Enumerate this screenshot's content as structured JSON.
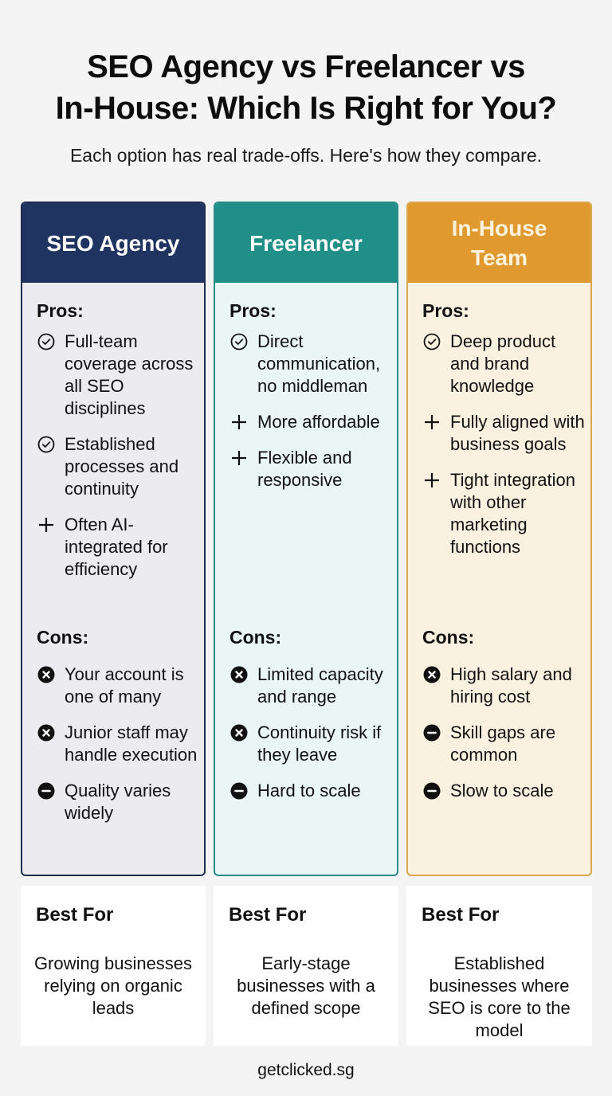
{
  "header": {
    "title_line1": "SEO Agency vs Freelancer vs",
    "title_line2": "In-House: Which Is Right for You?",
    "subtitle": "Each option has real trade-offs. Here's how they compare."
  },
  "colors": {
    "agency_header": "#1f3461",
    "agency_body": "#ececf0",
    "agency_border": "#1f2c4c",
    "freelancer_header": "#1f8f88",
    "freelancer_body": "#eaf5f6",
    "freelancer_border": "#2a8c86",
    "inhouse_header": "#e0992f",
    "inhouse_body": "#fbf1e0",
    "inhouse_border": "#d9a84f",
    "page_background": "#f4f4f4"
  },
  "columns": [
    {
      "title": "SEO Agency",
      "pros_label": "Pros:",
      "pros": [
        {
          "icon": "check-circle-icon",
          "text": "Full-team coverage across all SEO disciplines"
        },
        {
          "icon": "check-circle-icon",
          "text": "Established processes and continuity"
        },
        {
          "icon": "plus-icon",
          "text": "Often AI-integrated for efficiency"
        }
      ],
      "cons_label": "Cons:",
      "cons": [
        {
          "icon": "x-circle-icon",
          "text": "Your account is one of many"
        },
        {
          "icon": "x-circle-icon",
          "text": "Junior staff may handle execution"
        },
        {
          "icon": "minus-circle-icon",
          "text": "Quality varies widely"
        }
      ],
      "best_for_label": "Best For",
      "best_for": "Growing businesses relying on organic leads"
    },
    {
      "title": "Freelancer",
      "pros_label": "Pros:",
      "pros": [
        {
          "icon": "check-circle-icon",
          "text": "Direct communication, no middleman"
        },
        {
          "icon": "plus-icon",
          "text": "More affordable"
        },
        {
          "icon": "plus-icon",
          "text": "Flexible and responsive"
        }
      ],
      "cons_label": "Cons:",
      "cons": [
        {
          "icon": "x-circle-icon",
          "text": "Limited capacity and range"
        },
        {
          "icon": "x-circle-icon",
          "text": "Continuity risk if they leave"
        },
        {
          "icon": "minus-circle-icon",
          "text": "Hard to scale"
        }
      ],
      "best_for_label": "Best For",
      "best_for": "Early-stage businesses with a defined scope"
    },
    {
      "title": "In-House Team",
      "pros_label": "Pros:",
      "pros": [
        {
          "icon": "check-circle-icon",
          "text": "Deep product and brand knowledge"
        },
        {
          "icon": "plus-icon",
          "text": "Fully aligned with business goals"
        },
        {
          "icon": "plus-icon",
          "text": "Tight integration with other marketing functions"
        }
      ],
      "cons_label": "Cons:",
      "cons": [
        {
          "icon": "x-circle-icon",
          "text": "High salary and hiring cost"
        },
        {
          "icon": "minus-circle-icon",
          "text": "Skill gaps are common"
        },
        {
          "icon": "minus-circle-icon",
          "text": "Slow to scale"
        }
      ],
      "best_for_label": "Best For",
      "best_for": "Established businesses where SEO is core to the model"
    }
  ],
  "footer": {
    "site": "getclicked.sg"
  }
}
